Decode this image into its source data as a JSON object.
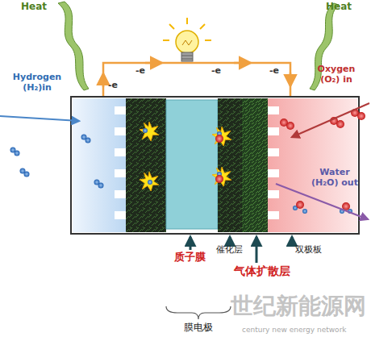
{
  "diagram": {
    "labels": [
      "Heat",
      "Heat",
      "Hydrogen (H₂)in",
      "Oxygen (O₂) in",
      "Water (H₂O) out",
      "-e",
      "-e",
      "-e",
      "-e",
      "质子膜",
      "催化层",
      "气体扩散层",
      "双极板",
      "膜电极",
      "世纪新能源网",
      "century new energy network"
    ]
  }
}
